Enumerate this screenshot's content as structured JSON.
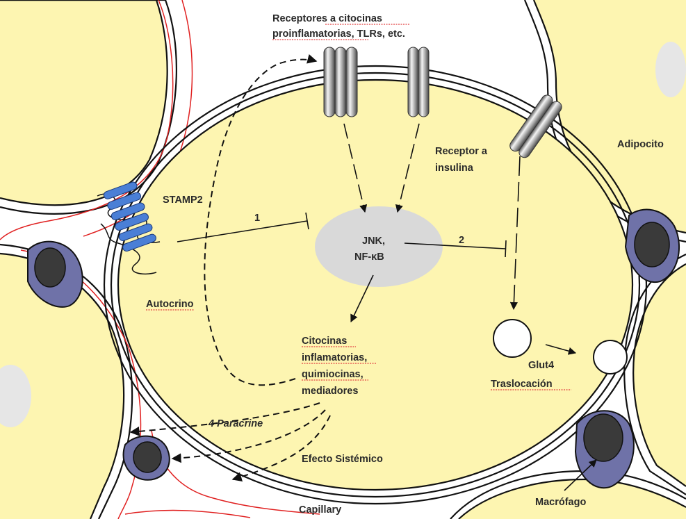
{
  "labels": {
    "receptors_line1": "Receptores a citocinas",
    "receptors_line2": "proinflamatorias, TLRs, etc.",
    "adipocito": "Adipocito",
    "insulin_receptor_line1": "Receptor a",
    "insulin_receptor_line2": "insulina",
    "stamp2": "STAMP2",
    "arrow1": "1",
    "arrow2": "2",
    "jnk_line1": "JNK,",
    "jnk_line2": "NF-κB",
    "autocrino": "Autocrino",
    "citocinas_line1": "Citocinas",
    "citocinas_line2": "inflamatorias,",
    "citocinas_line3": "quimiocinas,",
    "citocinas_line4": "mediadores",
    "glut4": "Glut4",
    "traslocacion": "Traslocación",
    "paracrine": "4 Paracrine",
    "efecto_sistemico": "Efecto Sistémico",
    "capillary": "Capillary",
    "macrofago": "Macrófago"
  },
  "colors": {
    "cytoplasm": "#fdf5b1",
    "nucleus_grey": "#d9d9d9",
    "stamp2_blue": "#4a7fd6",
    "macrophage": "#6f72a8",
    "macrophage_nucleus": "#3a3a3a",
    "capillary_red": "#e02020"
  }
}
